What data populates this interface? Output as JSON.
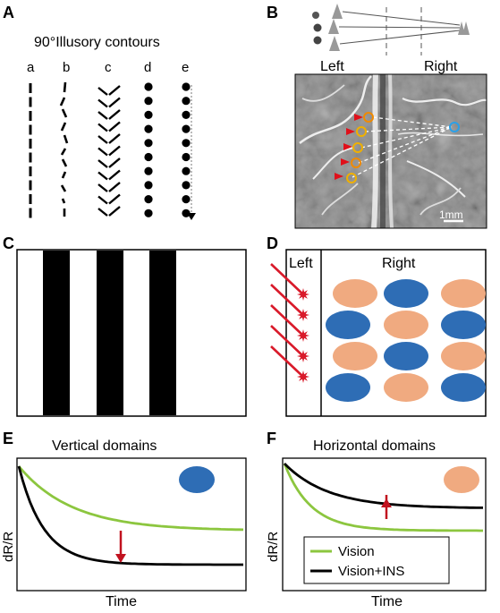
{
  "panels": {
    "A": {
      "label": "A",
      "title": "90°Illusory contours",
      "columns": [
        "a",
        "b",
        "c",
        "d",
        "e"
      ]
    },
    "B": {
      "label": "B",
      "left": "Left",
      "right": "Right",
      "scale": "1mm"
    },
    "C": {
      "label": "C"
    },
    "D": {
      "label": "D",
      "left": "Left",
      "right": "Right",
      "colors": {
        "blue": "#2e6db5",
        "orange": "#f0aa80",
        "laser": "#d91a2a"
      },
      "grid": [
        [
          "orange",
          "blue",
          "orange"
        ],
        [
          "blue",
          "orange",
          "blue"
        ],
        [
          "orange",
          "blue",
          "orange"
        ],
        [
          "blue",
          "orange",
          "blue"
        ]
      ]
    },
    "E": {
      "label": "E",
      "title": "Vertical domains",
      "ylabel": "dR/R",
      "xlabel": "Time"
    },
    "F": {
      "label": "F",
      "title": "Horizontal domains",
      "ylabel": "dR/R",
      "xlabel": "Time",
      "legend": [
        "Vision",
        "Vision+INS"
      ]
    }
  },
  "colors": {
    "vision": "#8cc63f",
    "vision_ins": "#000000",
    "arrow": "#c1121f"
  }
}
